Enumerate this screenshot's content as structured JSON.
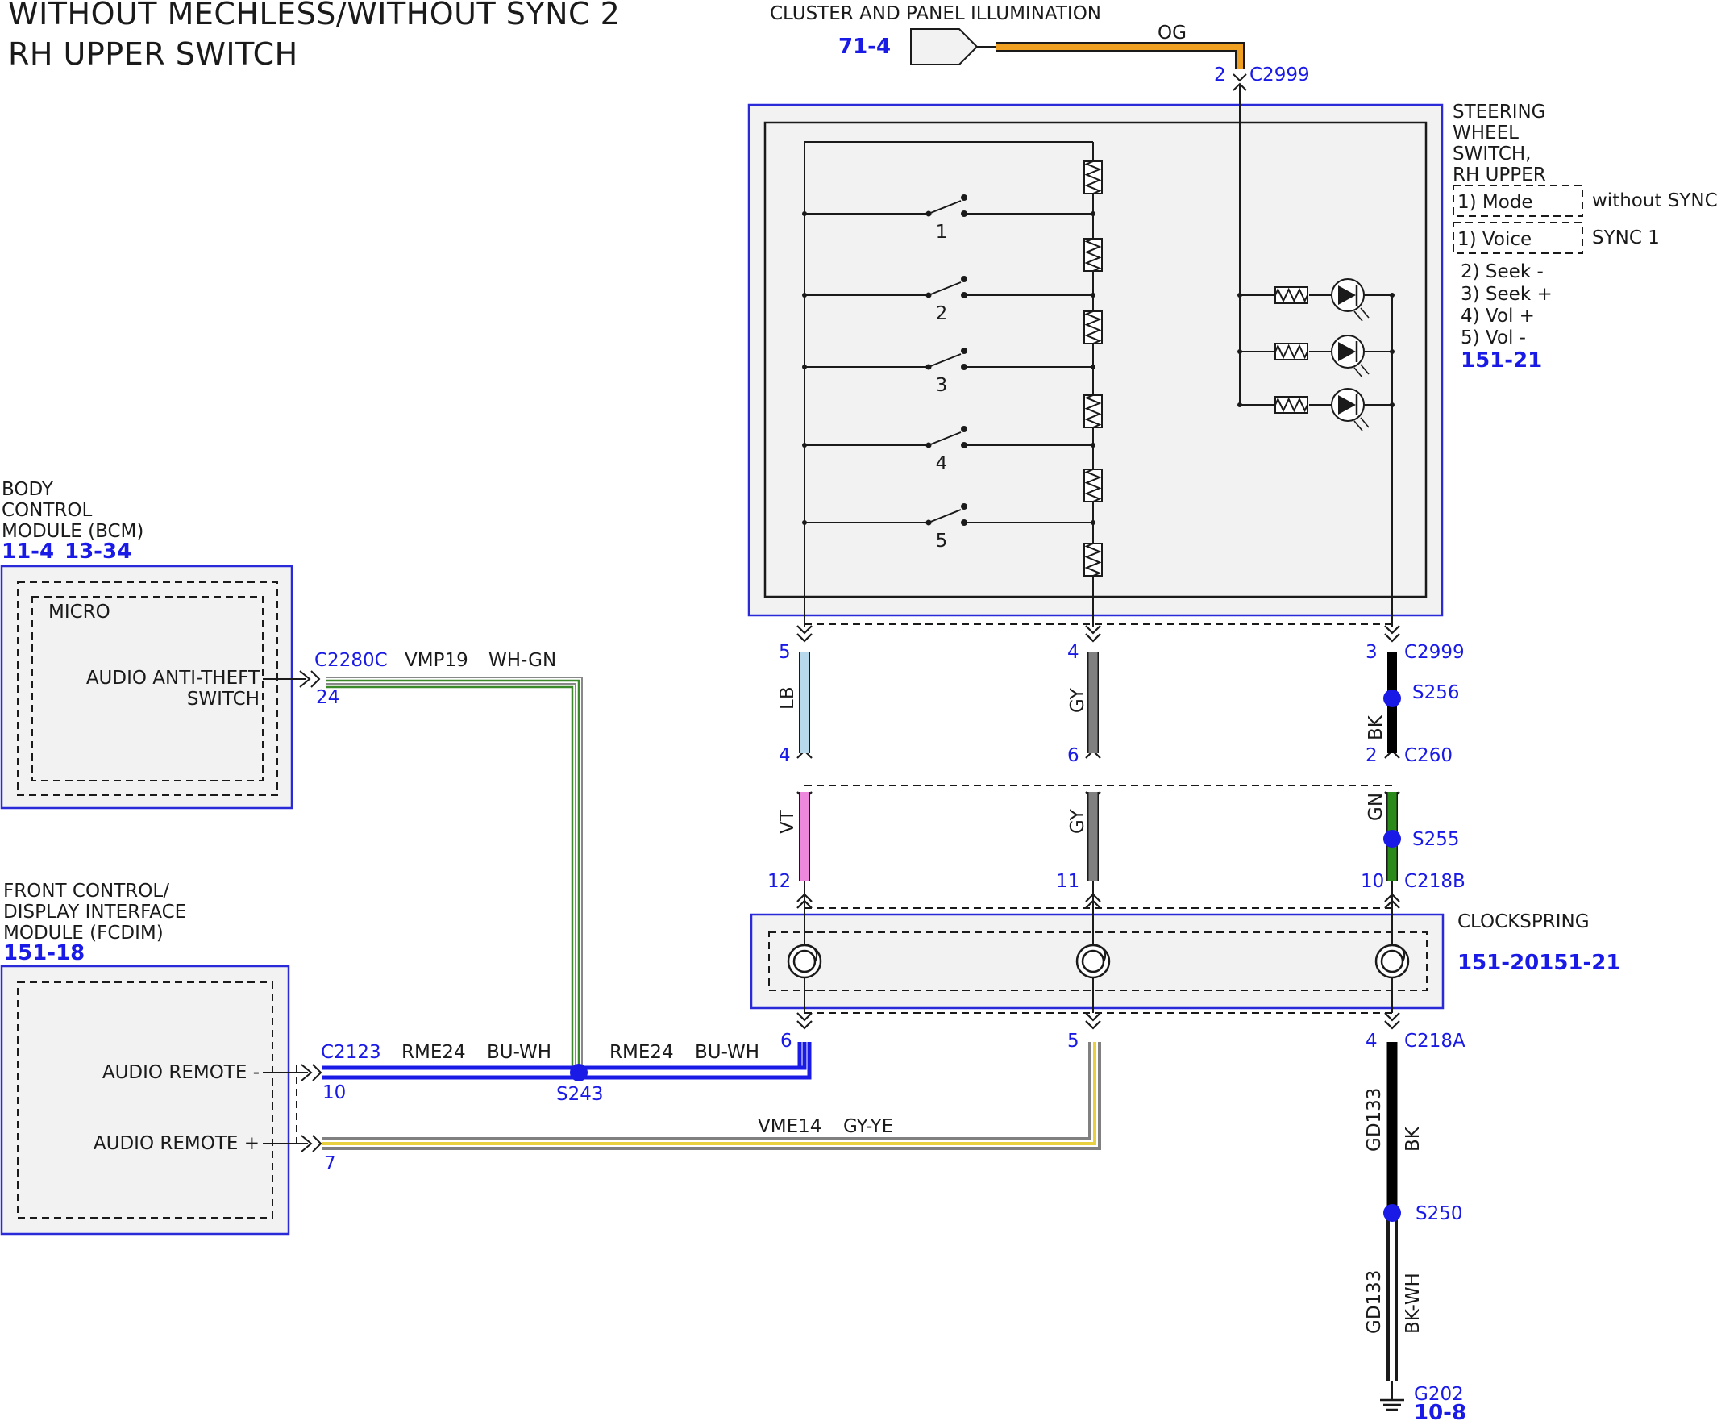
{
  "title": {
    "line1": "WITHOUT MECHLESS/WITHOUT SYNC 2",
    "line2": "RH UPPER SWITCH"
  },
  "illumination": {
    "label": "CLUSTER AND PANEL ILLUMINATION",
    "ref": "71-4",
    "wire_color": "OG",
    "pin": "2",
    "connector": "C2999"
  },
  "steering_switch": {
    "name_lines": [
      "STEERING",
      "WHEEL",
      "SWITCH,",
      "RH UPPER"
    ],
    "option_mode": "1) Mode",
    "option_mode_note": "without SYNC",
    "option_voice": "1) Voice",
    "option_voice_note": "SYNC 1",
    "functions": [
      "2) Seek -",
      "3) Seek +",
      "4) Vol +",
      "5) Vol -"
    ],
    "ref": "151-21",
    "switch_numbers": [
      "1",
      "2",
      "3",
      "4",
      "5"
    ]
  },
  "bcm": {
    "name_lines": [
      "BODY",
      "CONTROL",
      "MODULE (BCM)"
    ],
    "ref1": "11-4",
    "ref2": "13-34",
    "inner": "MICRO",
    "signal_lines": [
      "AUDIO ANTI-THEFT",
      "SWITCH"
    ],
    "connector": "C2280C",
    "pin": "24",
    "circuit": "VMP19",
    "wire_color": "WH-GN"
  },
  "fcdim": {
    "name_lines": [
      "FRONT CONTROL/",
      "DISPLAY INTERFACE",
      "MODULE (FCDIM)"
    ],
    "ref": "151-18",
    "signal_minus": "AUDIO REMOTE -",
    "signal_plus": "AUDIO REMOTE +",
    "connector": "C2123",
    "pin_minus": "10",
    "pin_plus": "7"
  },
  "wires": {
    "rme_left_circuit": "RME24",
    "rme_left_color": "BU-WH",
    "rme_right_circuit": "RME24",
    "rme_right_color": "BU-WH",
    "vme_circuit": "VME14",
    "vme_color": "GY-YE",
    "splice_s243": "S243"
  },
  "column_left": {
    "pin_top": "5",
    "color_top": "LB",
    "pin_mid": "4",
    "color_mid": "VT",
    "pin_low": "12",
    "pin_bottom": "6"
  },
  "column_mid": {
    "pin_top": "4",
    "color_top": "GY",
    "pin_mid": "6",
    "color_mid": "GY",
    "pin_low": "11",
    "pin_bottom": "5"
  },
  "column_right": {
    "pin_top": "3",
    "conn_top": "C2999",
    "splice1": "S256",
    "color_top": "BK",
    "pin_mid": "2",
    "conn_mid": "C260",
    "color_mid": "GN",
    "splice2": "S255",
    "pin_low": "10",
    "conn_low": "C218B",
    "pin_bottom": "4",
    "conn_bottom": "C218A",
    "circuit_gd_1": "GD133",
    "color_bk": "BK",
    "splice3": "S250",
    "circuit_gd_2": "GD133",
    "color_bkwh": "BK-WH",
    "ground": "G202",
    "ground_ref": "10-8"
  },
  "clockspring": {
    "name": "CLOCKSPRING",
    "ref": "151-20151-21"
  },
  "colors": {
    "og": "#f0a020",
    "lb": "#b8d8ec",
    "vt": "#ee88dd",
    "gy": "#808080",
    "bk": "#000000",
    "gn": "#2a8a1a",
    "bu": "#1a1ae6",
    "wh": "#ffffff",
    "ye": "#e8d040",
    "wh_gn_green": "#3a8a2a"
  }
}
